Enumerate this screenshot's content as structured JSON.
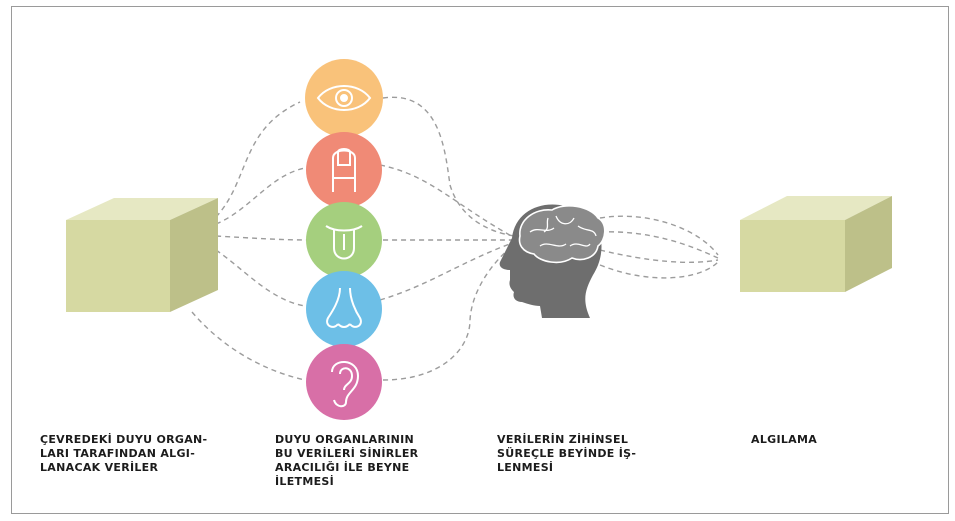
{
  "captions": [
    "ÇEVREDEKİ DUYU ORGAN-\nLARI TARAFINDAN ALGI-\nLANACAK VERİLER",
    "DUYU ORGANLARININ\nBU VERİLERİ SİNİRLER\nARACILIĞI İLE BEYNE\nİLETMESİ",
    "VERİLERİN ZİHİNSEL\nSÜREÇLE BEYİNDE İŞ-\nLENMESİ",
    "ALGILAMA"
  ],
  "senses": [
    {
      "name": "eye-icon",
      "color": "#f9c27a"
    },
    {
      "name": "finger-icon",
      "color": "#f08a76"
    },
    {
      "name": "tongue-icon",
      "color": "#a5cf7e"
    },
    {
      "name": "nose-icon",
      "color": "#6dbfe7"
    },
    {
      "name": "ear-icon",
      "color": "#d86fa7"
    }
  ],
  "colors": {
    "box_front": "#d6d9a2",
    "box_top": "#e6e8c3",
    "box_side": "#bdc089",
    "head": "#6e6e6e",
    "brain": "#7a7a7a",
    "dash": "#9c9c9c"
  }
}
